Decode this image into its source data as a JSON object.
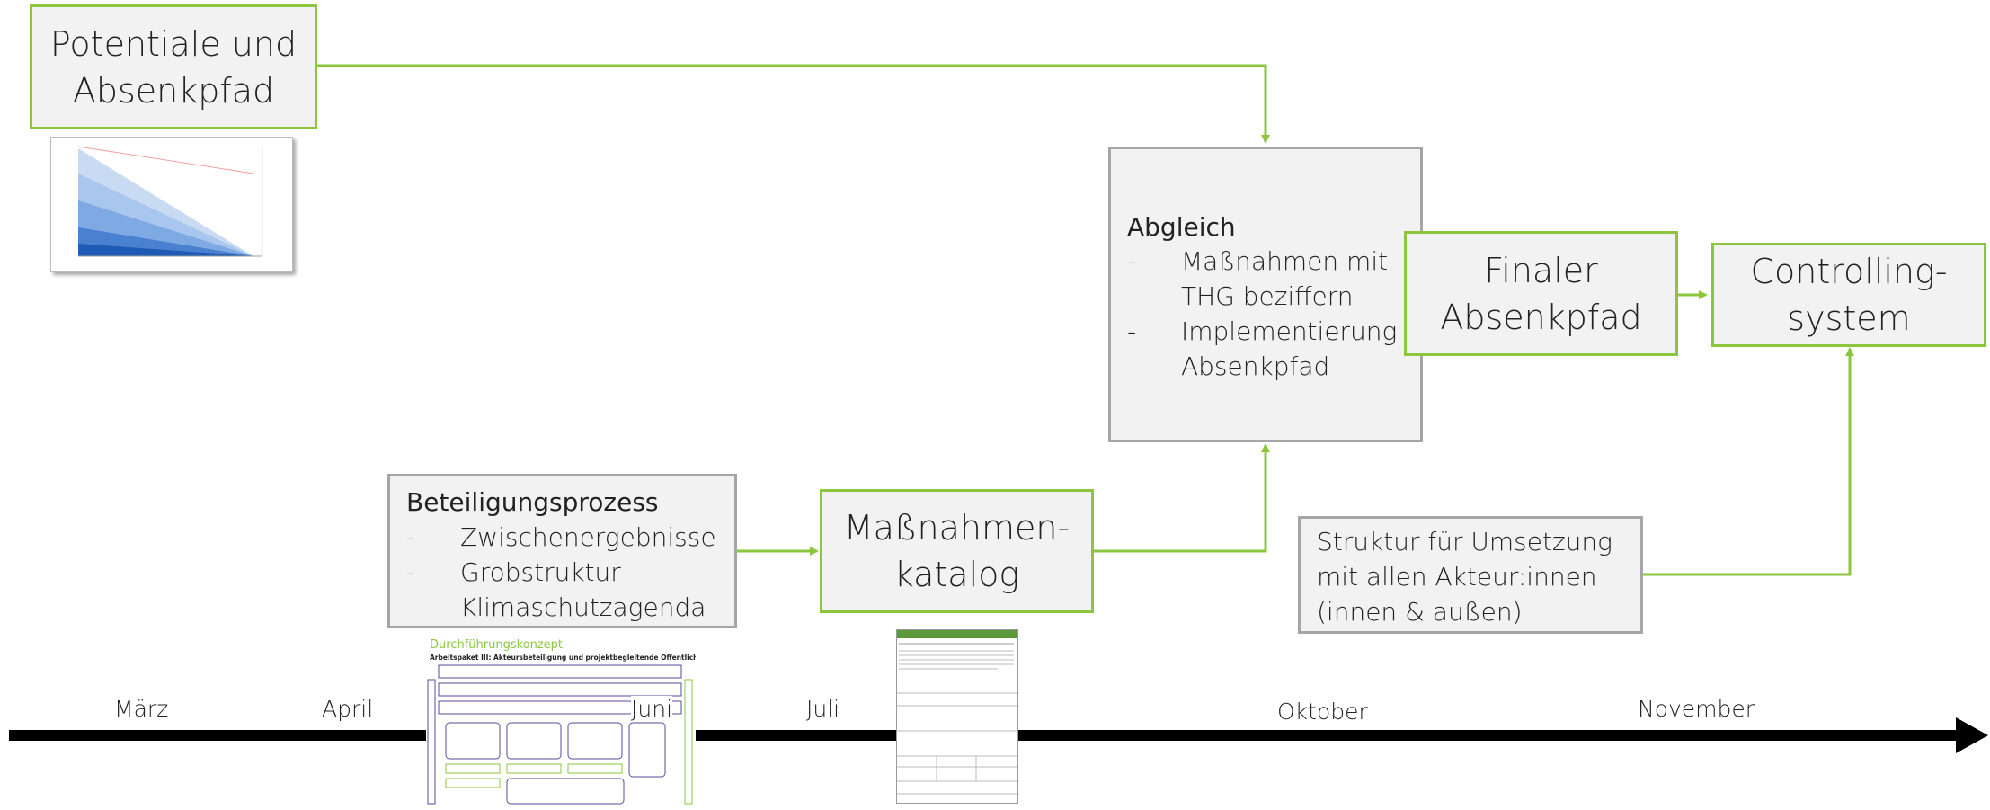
{
  "boxes": {
    "potentiale": {
      "line1": "Potentiale und",
      "line2": "Absenkpfad"
    },
    "abgleich": {
      "heading": "Abgleich",
      "items": [
        "Maßnahmen mit THG beziffern",
        "Implementierung Absenkpfad"
      ]
    },
    "finaler": {
      "line1": "Finaler",
      "line2": "Absenkpfad"
    },
    "controlling": {
      "line1": "Controlling-",
      "line2": "system"
    },
    "beteiligung": {
      "heading": "Beteiligungsprozess",
      "items": [
        "Zwischenergebnisse",
        "Grobstruktur Klimaschutzagenda"
      ]
    },
    "massnahmen": {
      "line1": "Maßnahmen-",
      "line2": "katalog"
    },
    "struktur": {
      "line1": "Struktur für Umsetzung",
      "line2": "mit allen Akteur:innen",
      "line3": "(innen & außen)"
    }
  },
  "timeline": {
    "months": [
      "März",
      "April",
      "Juni",
      "Juli",
      "Oktober",
      "November"
    ]
  },
  "thumbnails": {
    "konzept": {
      "title": "Durchführungskonzept",
      "subtitle": "Arbeitspaket III: Akteursbeteiligung und projektbegleitende Öffentlichkeitsarbeit"
    }
  },
  "colors": {
    "accent": "#8cc63f",
    "box_fill": "#f2f2f2",
    "grey_border": "#a6a6a6",
    "timeline": "#000000"
  }
}
